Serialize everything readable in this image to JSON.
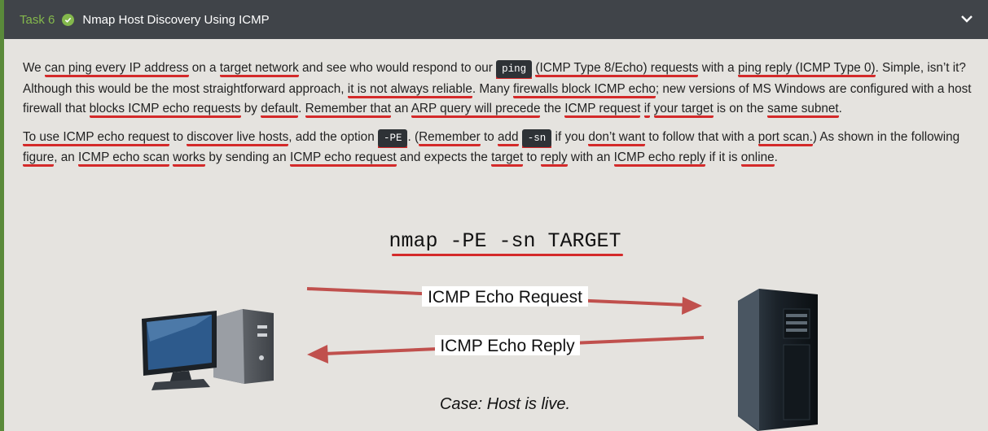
{
  "task": {
    "number": "Task 6",
    "title": "Nmap Host Discovery Using ICMP"
  },
  "paragraph1": {
    "t1": "We ",
    "t2": "can ping every IP address",
    "t3": " on a ",
    "t4": "target network",
    "t5": " and see who would respond to our ",
    "code_ping": "ping",
    "t6": " ",
    "t7": "(ICMP Type 8/Echo) requests",
    "t8": " with a ",
    "t9": "ping reply (ICMP Type 0)",
    "t10": ". Simple, isn’t it? Although this would be the most straightforward approach, ",
    "t11": "it is not always reliable",
    "t12": ". Many ",
    "t13": "firewalls block ICMP echo",
    "t14": "; new versions of MS Windows are configured with a host firewall that ",
    "t15": "blocks ICMP echo requests",
    "t16": " by ",
    "t17": "default",
    "t18": ". ",
    "t19": "Remember that",
    "t20": " an ",
    "t21": "ARP query will precede",
    "t22": " the ",
    "t23": "ICMP request",
    "t24": " ",
    "t25": "if",
    "t26": " ",
    "t27": "your target",
    "t28": " is on the ",
    "t29": "same subnet",
    "t30": "."
  },
  "paragraph2": {
    "t1": "To use ICMP echo request",
    "t2": " to ",
    "t3": "discover live hosts",
    "t4": ", add the option ",
    "code_pe": "-PE",
    "t5": ". (",
    "t6": "Remember",
    "t7": " to ",
    "t8": "add",
    "t9": " ",
    "code_sn": "-sn",
    "t10": " if you ",
    "t11": "don’t want",
    "t12": " to follow that with a ",
    "t13": "port scan.",
    "t14": ") As shown in the following ",
    "t15": "figure",
    "t16": ", an ",
    "t17": "ICMP echo scan",
    "t18": " ",
    "t19": "works",
    "t20": " by sending an ",
    "t21": "ICMP echo request",
    "t22": " and expects the ",
    "t23": "target",
    "t24": " to ",
    "t25": "reply",
    "t26": " with an ",
    "t27": "ICMP echo reply",
    "t28": " if it is ",
    "t29": "online",
    "t30": "."
  },
  "figure": {
    "command": "nmap -PE -sn TARGET",
    "request_label": "ICMP Echo Request",
    "reply_label": "ICMP Echo Reply",
    "caption": "Case: Host is live."
  },
  "colors": {
    "header_bg": "#404449",
    "accent_green": "#84b84c",
    "underline_red": "#d42a2a",
    "arrow_red": "#c0504d",
    "code_bg": "#2e3236"
  },
  "icons": [
    "check-circle-icon",
    "chevron-down-icon",
    "desktop-computer-icon",
    "server-tower-icon"
  ]
}
